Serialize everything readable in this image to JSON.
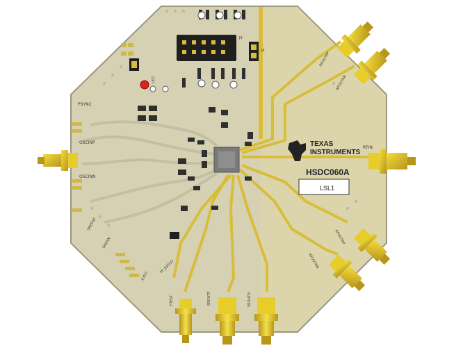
{
  "board": {
    "part_name": "HSDC060A",
    "label_box": "LSL1",
    "brand_line1": "TEXAS",
    "brand_line2": "INSTRUMENTS",
    "colors": {
      "board": "#d7d2b4",
      "gold": "#d8bd3a",
      "connector": "#e6cd2a",
      "silkscreen": "#3a3a32"
    }
  },
  "silk_labels": {
    "psync": "PSYNC",
    "oscinp": "OSCINP",
    "oscinn": "OSCINN",
    "rfin": "RFIN",
    "rfoutap": "RFOUTAP",
    "rfoutan": "RFOUTAN",
    "rfoutbp": "RFOUTBP",
    "rfoutbn": "RFOUTBN",
    "sroutp": "SROUTP",
    "sroutn": "SROUTN",
    "ftest": "FTEST",
    "sredsp": "SREDSP",
    "srdsn": "SRDSN",
    "exto": "EXTO",
    "tp_extco": "TP_EXTCO",
    "j4": "J4",
    "j3": "J3",
    "led": "LED"
  }
}
